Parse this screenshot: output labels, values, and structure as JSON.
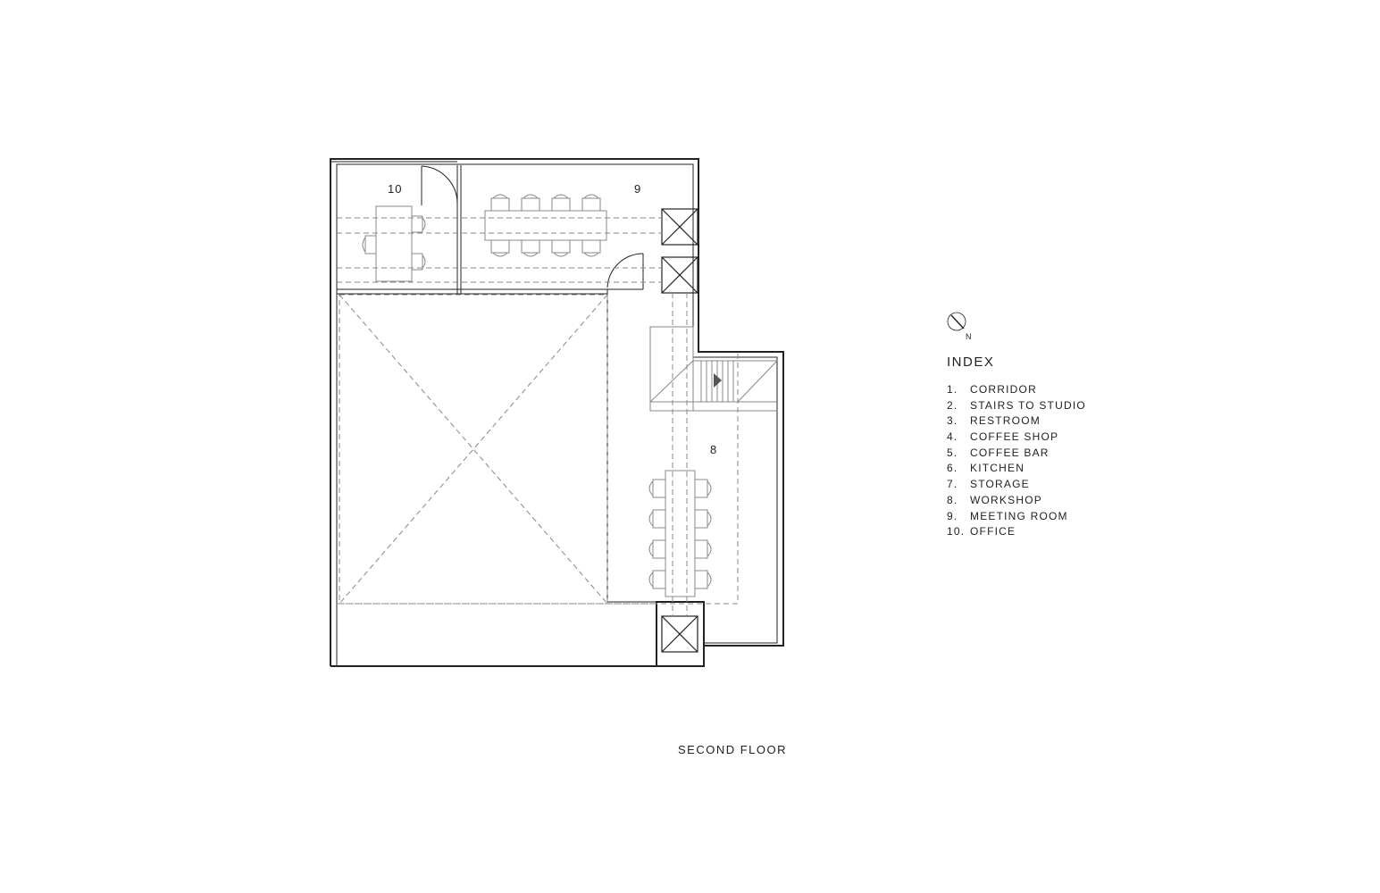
{
  "plan": {
    "rooms": [
      {
        "number": "10",
        "name": "office-label"
      },
      {
        "number": "9",
        "name": "meeting-room-label"
      },
      {
        "number": "8",
        "name": "workshop-label"
      }
    ],
    "compass": {
      "north_label": "N"
    }
  },
  "index": {
    "title": "INDEX",
    "items": [
      {
        "num": "1.",
        "label": "CORRIDOR"
      },
      {
        "num": "2.",
        "label": "STAIRS TO STUDIO"
      },
      {
        "num": "3.",
        "label": "RESTROOM"
      },
      {
        "num": "4.",
        "label": "COFFEE SHOP"
      },
      {
        "num": "5.",
        "label": "COFFEE BAR"
      },
      {
        "num": "6.",
        "label": "KITCHEN"
      },
      {
        "num": "7.",
        "label": "STORAGE"
      },
      {
        "num": "8.",
        "label": "WORKSHOP"
      },
      {
        "num": "9.",
        "label": "MEETING ROOM"
      },
      {
        "num": "10.",
        "label": "OFFICE"
      }
    ]
  },
  "floor_title": "SECOND FLOOR",
  "colors": {
    "line": "#222222",
    "dashed": "#888888",
    "marker": "#555555"
  }
}
